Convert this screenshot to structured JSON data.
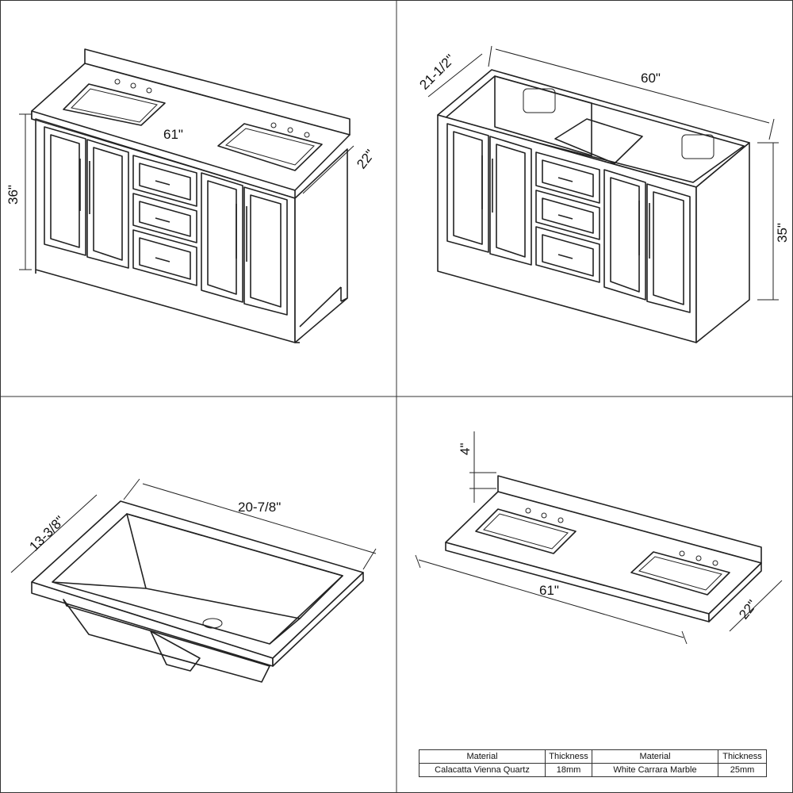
{
  "views": {
    "vanity_assembled": {
      "width": "61\"",
      "depth": "22\"",
      "height": "36\""
    },
    "cabinet_only": {
      "width": "60\"",
      "depth": "21-1/2\"",
      "height": "35\""
    },
    "sink": {
      "length": "20-7/8\"",
      "width": "13-3/8\""
    },
    "countertop": {
      "width": "61\"",
      "depth": "22\"",
      "backsplash": "4\""
    }
  },
  "spec_table": {
    "headers": [
      "Material",
      "Thickness",
      "Material",
      "Thickness"
    ],
    "rows": [
      [
        "Calacatta Vienna Quartz",
        "18mm",
        "White Carrara Marble",
        "25mm"
      ]
    ]
  },
  "colors": {
    "line": "#222222",
    "background": "#ffffff",
    "grid": "#333333"
  }
}
